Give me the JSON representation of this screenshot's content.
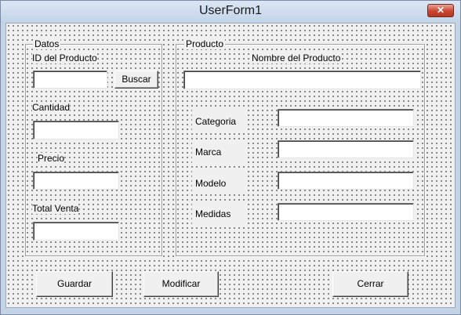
{
  "window": {
    "title": "UserForm1",
    "close_glyph": "✕"
  },
  "datos": {
    "caption": "Datos",
    "id_label": "ID del Producto",
    "id_value": "",
    "buscar_label": "Buscar",
    "cantidad_label": "Cantidad",
    "cantidad_value": "",
    "precio_label": "Precio",
    "precio_value": "",
    "total_label": "Total Venta",
    "total_value": ""
  },
  "producto": {
    "caption": "Producto",
    "nombre_label": "Nombre del Producto",
    "nombre_value": "",
    "categoria_label": "Categoria",
    "categoria_value": "",
    "marca_label": "Marca",
    "marca_value": "",
    "modelo_label": "Modelo",
    "modelo_value": "",
    "medidas_label": "Medidas",
    "medidas_value": ""
  },
  "actions": {
    "guardar_label": "Guardar",
    "modificar_label": "Modificar",
    "cerrar_label": "Cerrar"
  }
}
